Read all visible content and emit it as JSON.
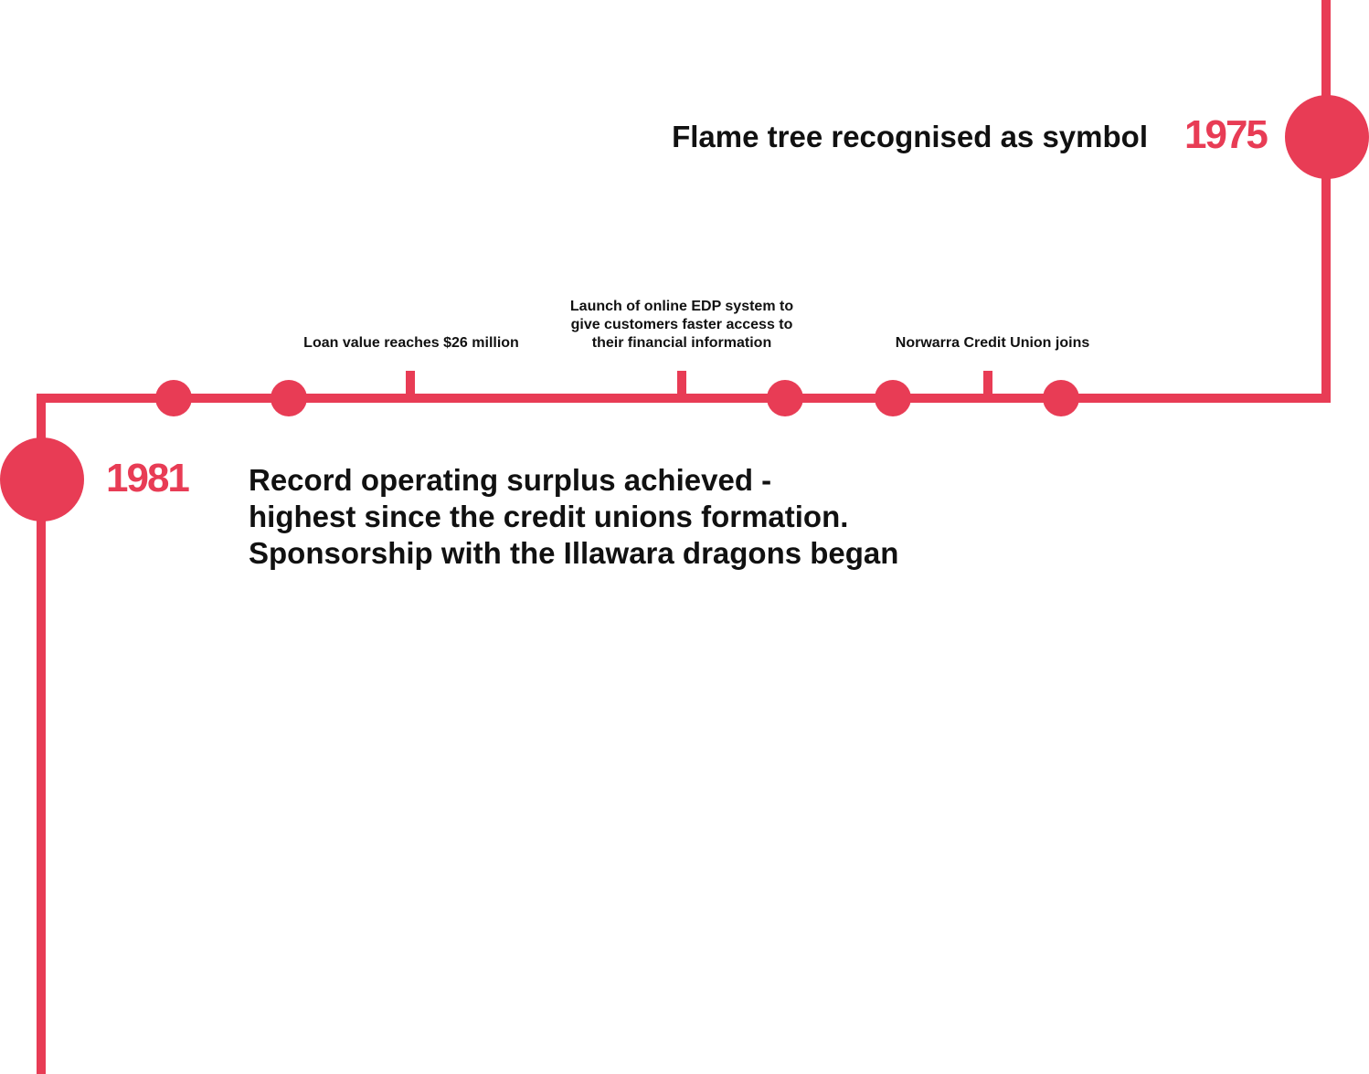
{
  "colors": {
    "accent": "#e83c55",
    "text": "#111111",
    "background": "#ffffff"
  },
  "milestones": {
    "m1975": {
      "year": "1975",
      "text": "Flame tree recognised as symbol"
    },
    "m1981": {
      "year": "1981",
      "lines": [
        "Record operating surplus achieved -",
        "highest since the credit unions formation.",
        "Sponsorship with the Illawara dragons began"
      ]
    }
  },
  "events": [
    {
      "label": "Loan value reaches $26 million"
    },
    {
      "label": "Launch of online EDP system to\ngive customers faster access to\ntheir financial information"
    },
    {
      "label": "Norwarra Credit Union joins"
    }
  ]
}
